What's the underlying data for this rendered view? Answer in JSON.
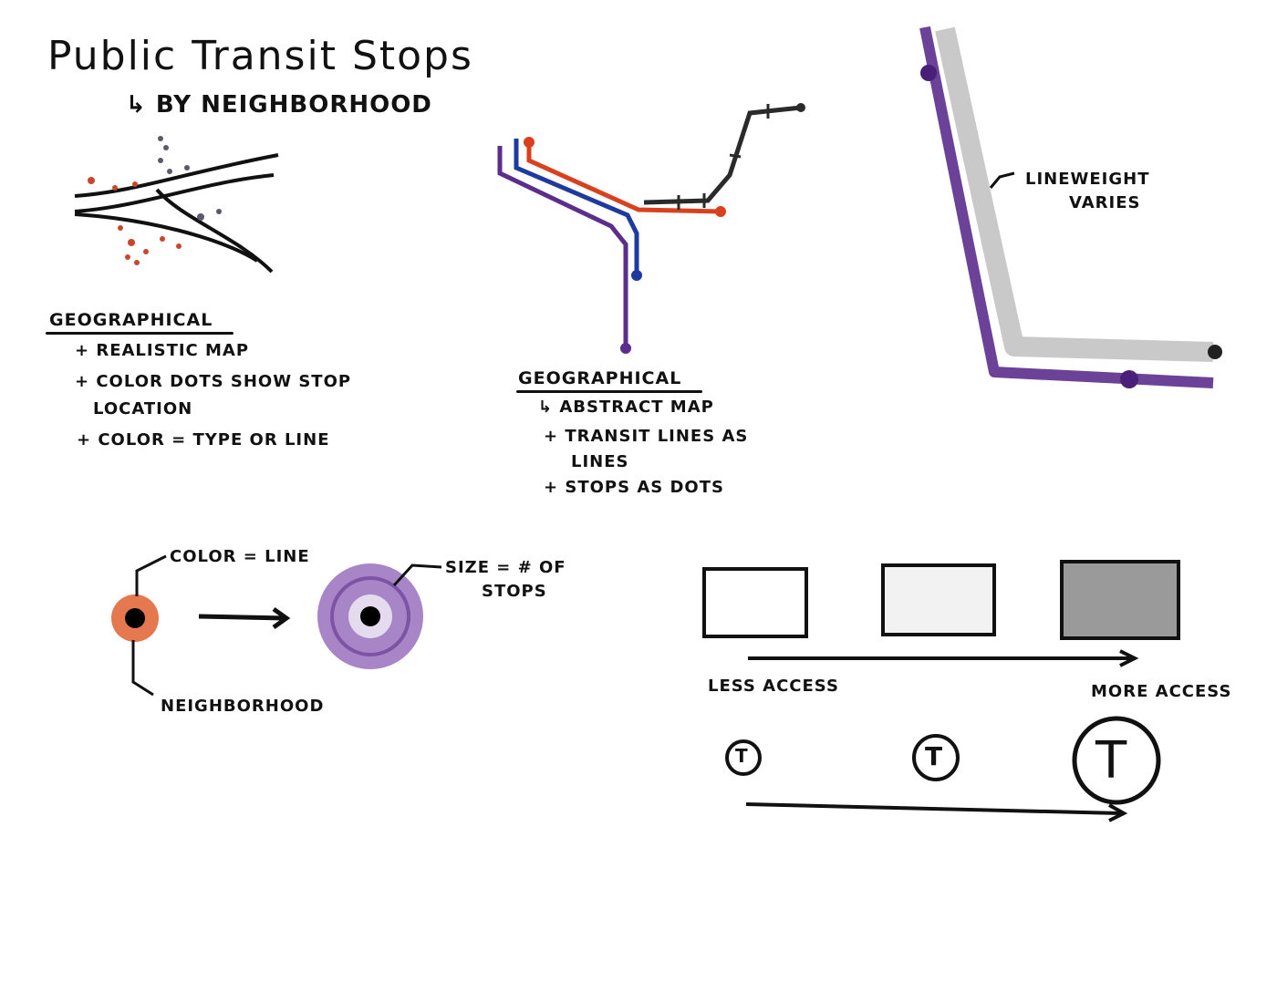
{
  "title": "Public Transit Stops",
  "subtitle": "↳ BY NEIGHBORHOOD",
  "sketch1": {
    "heading": "GEOGRAPHICAL",
    "notes": [
      "+ REALISTIC MAP",
      "+ COLOR DOTS SHOW STOP",
      "LOCATION",
      "+ COLOR = TYPE OR LINE"
    ]
  },
  "sketch2": {
    "heading": "GEOGRAPHICAL",
    "notes": [
      "↳ ABSTRACT MAP",
      "+ TRANSIT LINES AS",
      "LINES",
      "+ STOPS AS DOTS"
    ],
    "line_colors": [
      "#5b2d8c",
      "#1f3a9e",
      "#d9401e",
      "#2a2a2a"
    ]
  },
  "sketch3": {
    "annotation": [
      "LINEWEIGHT",
      "VARIES"
    ],
    "line_colors": [
      "#5b2d8c",
      "#c9c9c9"
    ]
  },
  "sketch4": {
    "label_top": "COLOR = LINE",
    "label_bottom": "NEIGHBORHOOD",
    "label_size": [
      "SIZE = # OF",
      "STOPS"
    ],
    "colors": {
      "small_dot": "#e0602f",
      "big_dot": "#8a5cb3"
    }
  },
  "sketch5": {
    "label_left": "LESS ACCESS",
    "label_right": "MORE ACCESS",
    "fills": [
      "#ffffff",
      "#f2f2f2",
      "#9a9a9a"
    ],
    "t_symbol": "T"
  }
}
